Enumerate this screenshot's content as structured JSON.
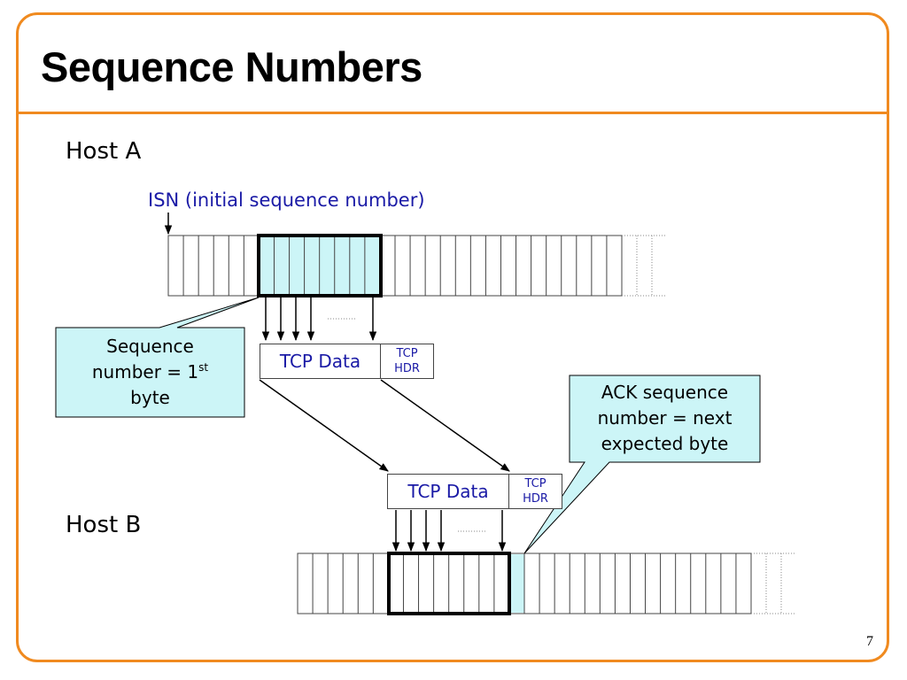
{
  "slide": {
    "title": "Sequence Numbers",
    "page_number": "7"
  },
  "host_a": {
    "label": "Host A",
    "isn_label": "ISN (initial sequence number)"
  },
  "host_b": {
    "label": "Host B"
  },
  "packet": {
    "data_label": "TCP Data",
    "hdr_line1": "TCP",
    "hdr_line2": "HDR"
  },
  "callouts": {
    "sequence_number": {
      "line1": "Sequence",
      "line2_prefix": "number = 1",
      "line2_sup": "st",
      "line3": "byte"
    },
    "ack": {
      "line1": "ACK sequence",
      "line2": "number = next",
      "line3": "expected byte"
    }
  },
  "colors": {
    "frame": "#f08a1f",
    "highlight": "#ccf5f7",
    "text_blue": "#1a1aa6"
  }
}
